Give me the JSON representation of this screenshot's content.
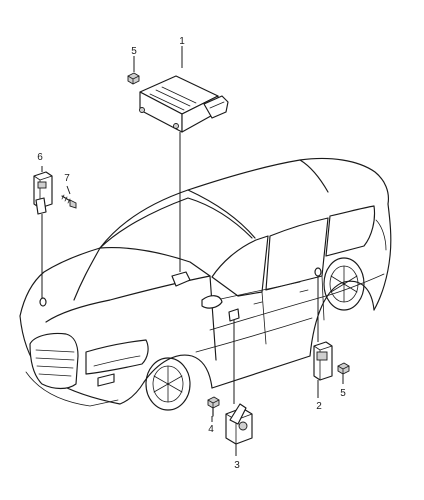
{
  "callouts": {
    "c1": "1",
    "c2": "2",
    "c3": "3",
    "c4": "4",
    "c5a": "5",
    "c5b": "5",
    "c6": "6",
    "c7": "7"
  },
  "colors": {
    "line": "#1a1a1a",
    "background": "#ffffff"
  }
}
